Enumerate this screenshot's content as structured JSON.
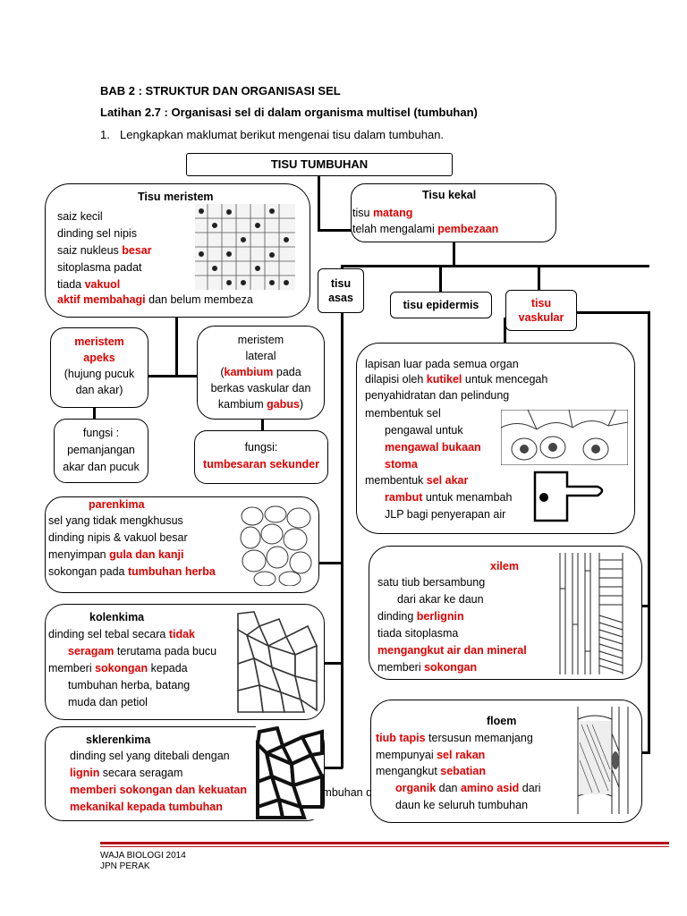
{
  "header": {
    "title": "BAB 2 : STRUKTUR  DAN ORGANISASI SEL",
    "subtitle": "Latihan 2.7 : Organisasi sel di dalam organisma multisel (tumbuhan)",
    "instruction_num": "1.",
    "instruction": "Lengkapkan maklumat berikut mengenai tisu dalam tumbuhan."
  },
  "root": "TISU TUMBUHAN",
  "meristem": {
    "title": "Tisu meristem",
    "l1": "saiz kecil",
    "l2": "dinding sel nipis",
    "l3a": "saiz nukleus ",
    "l3b": "besar",
    "l4": "sitoplasma padat",
    "l5a": "tiada ",
    "l5b": "vakuol",
    "l6a": "aktif membahagi",
    "l6b": " dan belum membeza"
  },
  "kekal": {
    "title": "Tisu kekal",
    "l1a": "tisu ",
    "l1b": "matang",
    "l2a": "telah mengalami ",
    "l2b": "pembezaan"
  },
  "tisu_asas": {
    "l1": "tisu",
    "l2": "asas"
  },
  "tisu_epidermis": "tisu epidermis",
  "tisu_vaskular": {
    "l1": "tisu",
    "l2": "vaskular"
  },
  "apeks": {
    "l1": "meristem",
    "l2": "apeks",
    "l3": "(hujung pucuk",
    "l4": "dan akar)"
  },
  "lateral": {
    "l1": "meristem",
    "l2": "lateral",
    "l3a": "(",
    "l3b": "kambium",
    "l3c": " pada",
    "l4": "berkas vaskular dan",
    "l5a": "kambium ",
    "l5b": "gabus",
    "l5c": ")"
  },
  "fungsi_apeks": {
    "l1": "fungsi :",
    "l2": "pemanjangan",
    "l3": "akar dan pucuk"
  },
  "fungsi_lateral": {
    "l1": "fungsi:",
    "l2": "tumbesaran sekunder"
  },
  "epidermis": {
    "l1": "lapisan luar pada semua organ",
    "l2a": "dilapisi oleh ",
    "l2b": "kutikel",
    "l2c": " untuk mencegah",
    "l3": "penyahidratan dan  pelindung",
    "l4": "membentuk sel",
    "l5": "pengawal untuk",
    "l6": "mengawal bukaan",
    "l7": "stoma",
    "l8a": "membentuk ",
    "l8b": "sel akar",
    "l9a": "rambut",
    "l9b": " untuk menambah",
    "l10": "JLP bagi penyerapan air"
  },
  "parenkima": {
    "title": "parenkima",
    "l1": "sel yang tidak mengkhusus",
    "l2": "dinding nipis & vakuol besar",
    "l3a": "menyimpan ",
    "l3b": "gula dan kanji",
    "l4a": "sokongan pada ",
    "l4b": "tumbuhan herba"
  },
  "kolenkima": {
    "title": "kolenkima",
    "l1a": "dinding sel tebal secara ",
    "l1b": "tidak",
    "l2a": "seragam",
    "l2b": " terutama pada bucu",
    "l3a": "memberi ",
    "l3b": "sokongan",
    "l3c": " kepada",
    "l4": "tumbuhan herba, batang",
    "l5": "muda dan petiol"
  },
  "sklerenkima": {
    "title": "sklerenkima",
    "l1": "dinding sel yang ditebali dengan",
    "l2a": "lignin",
    "l2b": " secara seragam",
    "l3": "memberi sokongan dan kekuatan",
    "l4": "mekanikal kepada tumbuhan",
    "overflow": "tumbuhan d"
  },
  "xilem": {
    "title": "xilem",
    "l1": "satu tiub bersambung",
    "l2": "dari akar ke daun",
    "l3a": "dinding ",
    "l3b": "berlignin",
    "l4": "tiada sitoplasma",
    "l5": "mengangkut air dan mineral",
    "l6a": "memberi ",
    "l6b": "sokongan"
  },
  "floem": {
    "title": "floem",
    "l1a": "tiub tapis",
    "l1b": " tersusun memanjang",
    "l2a": "mempunyai ",
    "l2b": "sel rakan",
    "l3a": "mengangkut ",
    "l3b": "sebatian",
    "l4a": "organik",
    "l4b": " dan ",
    "l4c": "amino asid",
    "l4d": " dari",
    "l5": "daun ke seluruh tumbuhan"
  },
  "footer": {
    "l1": "WAJA BIOLOGI 2014",
    "l2": "JPN PERAK"
  },
  "colors": {
    "accent": "#e00000",
    "footer_line": "#b5121b"
  },
  "icons": [
    "meristem-cells-illustration",
    "guard-cell-illustration",
    "root-hair-cell-illustration",
    "parenchyma-cells-illustration",
    "collenchyma-cells-illustration",
    "sclerenchyma-cells-illustration",
    "xylem-vessels-illustration",
    "phloem-sieve-tube-illustration"
  ]
}
